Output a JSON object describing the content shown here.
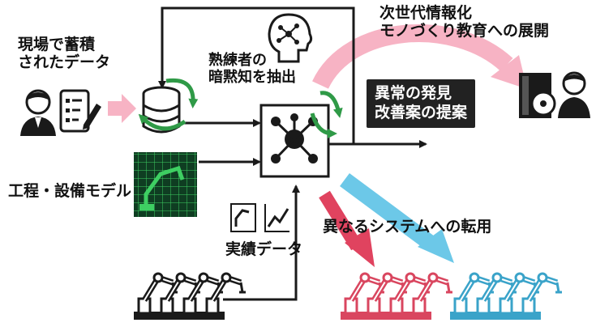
{
  "labels": {
    "accumulated_data": [
      "現場で蓄積",
      "されたデータ"
    ],
    "tacit_knowledge": [
      "熟練者の",
      "暗黙知を抽出"
    ],
    "anomaly": [
      "異常の発見",
      "改善案の提案"
    ],
    "next_gen": [
      "次世代情報化",
      "モノづくり教育への展開"
    ],
    "process_model": "工程・設備モデル",
    "results_data": "実績データ",
    "other_systems": "異なるシステムへの転用"
  },
  "colors": {
    "line": "#1a1a1a",
    "pink": "#f7b3c4",
    "red": "#e0435f",
    "cyan": "#6cc8e8",
    "green": "#2f9a47",
    "model_bg": "#0f3d22",
    "model_grid": "#3ecf62",
    "robot_red": "#d9465f",
    "robot_blue": "#3aa3c9"
  },
  "icons": [
    "worker-icon",
    "document-pen-icon",
    "database-icon",
    "brain-network-icon",
    "network-hub-icon",
    "robot-arm-model-icon",
    "monitor-chart-icon",
    "book-disc-icon",
    "teacher-icon",
    "robot-row-icon"
  ]
}
